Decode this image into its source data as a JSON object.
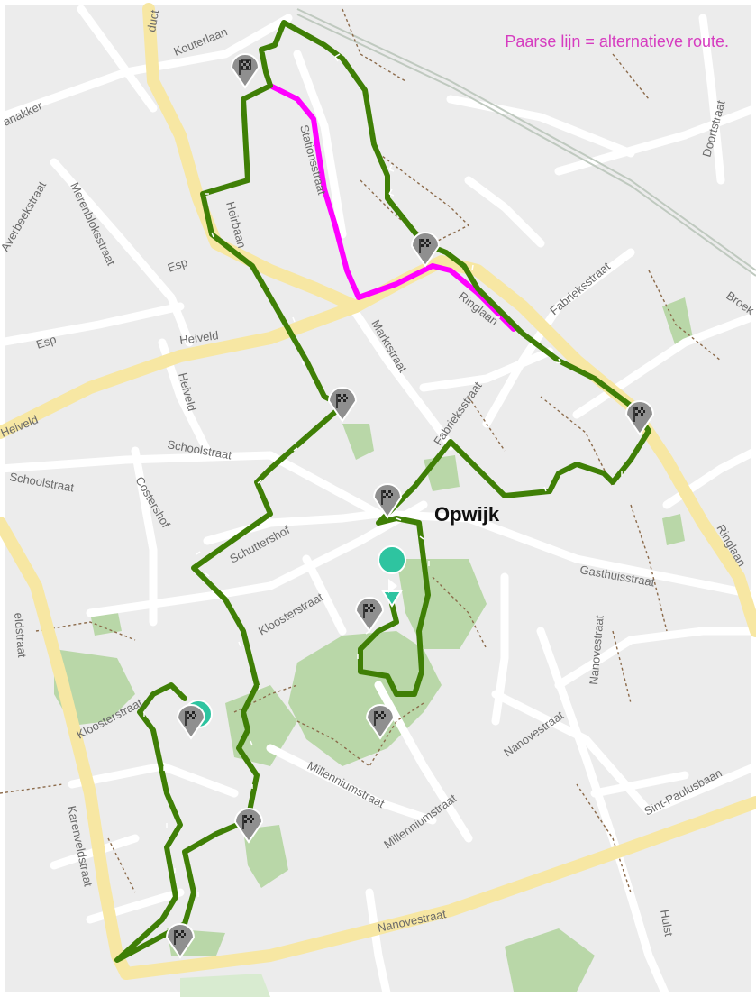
{
  "note": "Paarse lijn = alternatieve route.",
  "town": "Opwijk",
  "colors": {
    "route": "#3f7f06",
    "alternative": "#ff00ff",
    "major_road": "#f7e7a3",
    "park": "#b9d7a8",
    "land": "#ececec"
  },
  "streets": {
    "kouterlaan": "Kouterlaan",
    "stationsstraat": "Stationsstraat",
    "heirbaan": "Heirbaan",
    "esp1": "Esp",
    "esp2": "Esp",
    "heiveld1": "Heiveld",
    "heiveld2": "Heiveld",
    "heiveld3": "Heiveld",
    "marktstraat": "Marktstraat",
    "ringlaan1": "Ringlaan",
    "ringlaan2": "Ringlaan",
    "fabrieksstraat1": "Fabrieksstraat",
    "fabrieksstraat2": "Fabrieksstraat",
    "schoolstraat1": "Schoolstraat",
    "schoolstraat2": "Schoolstraat",
    "costershof": "Costershof",
    "schuttershof": "Schuttershof",
    "kloosterstraat1": "Kloosterstraat",
    "kloosterstraat2": "Kloosterstraat",
    "gasthuisstraat": "Gasthuisstraat",
    "nanovestraat1": "Nanovestraat",
    "nanovestraat2": "Nanovestraat",
    "nanovestraat3": "Nanovestraat",
    "millenniumstraat1": "Millenniumstraat",
    "millenniumstraat2": "Millenniumstraat",
    "sint_paulusbaan": "Sint-Paulusbaan",
    "karenveldstraat": "Karenveldstraat",
    "hulst": "Hulst",
    "doortstraat": "Doortstraat",
    "merenbloksstraat": "Merenbloksstraat",
    "averbeekstraat": "Averbeekstraat",
    "broek": "Broek",
    "akker": "anakker",
    "duct": "duct",
    "veldstraat": "eldstraat"
  }
}
